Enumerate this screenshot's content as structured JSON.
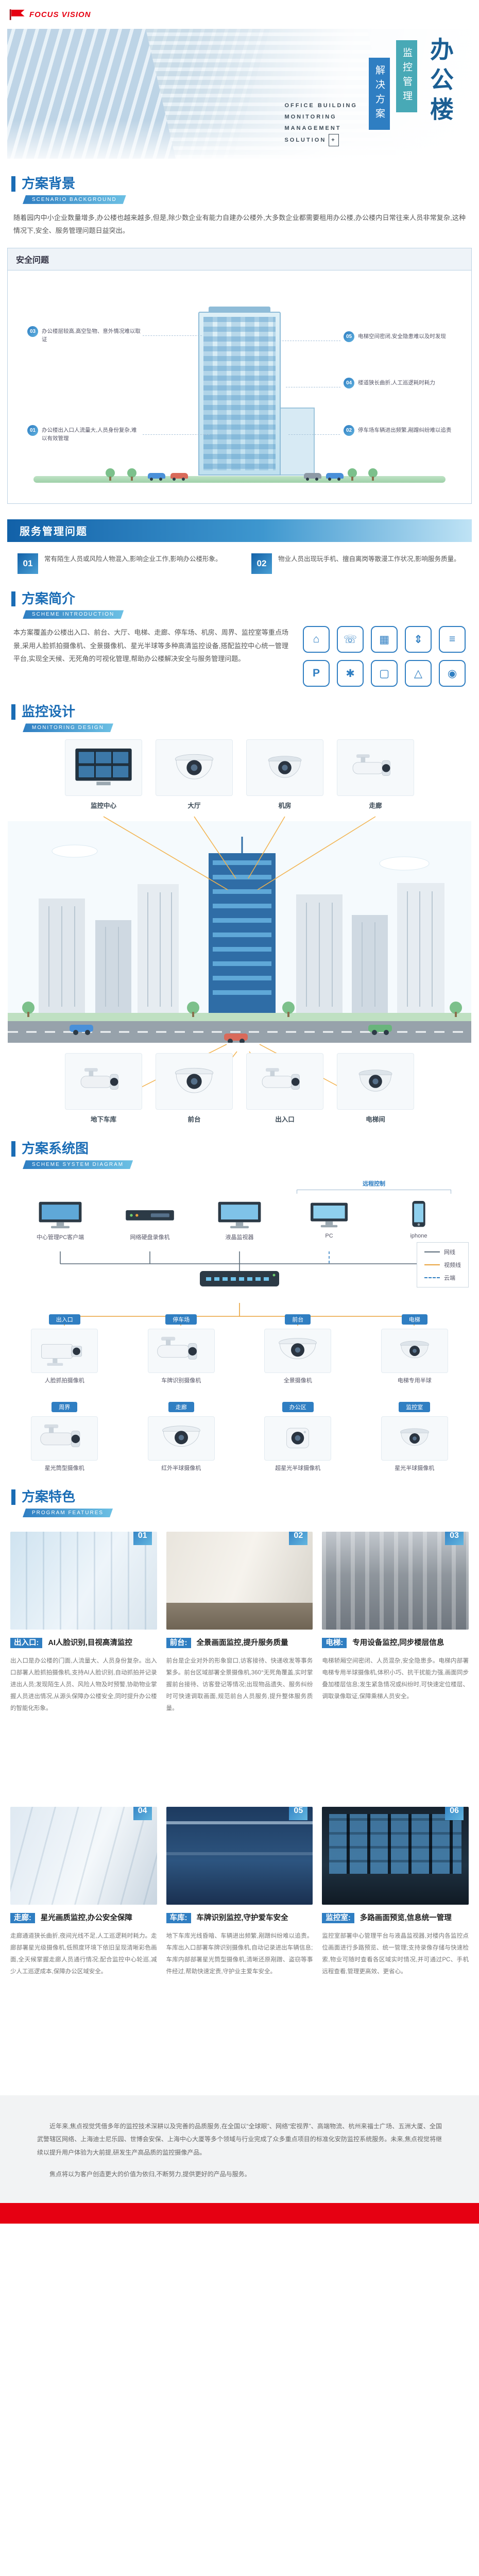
{
  "brand": {
    "logo_text": "FOCUS VISION",
    "colors": {
      "red": "#e60012",
      "blue": "#1a6cb5",
      "teal": "#48a9b6",
      "light_blue": "#6cc0e4"
    }
  },
  "hero": {
    "title_big": "办公楼",
    "title_tag1": "监控管理",
    "title_tag2": "解决方案",
    "en1": "OFFICE BUILDING",
    "en2": "MONITORING",
    "en3": "MANAGEMENT",
    "en4": "SOLUTION",
    "en_plus": "+"
  },
  "background": {
    "title": "方案背景",
    "subtitle": "SCENARIO BACKGROUND",
    "body": "随着园内中小企业数量增多,办公楼也越来越多,但是,除少数企业有能力自建办公楼外,大多数企业都需要租用办公楼,办公楼内日常往来人员非常复杂,这种情况下,安全、服务管理问题日益突出。"
  },
  "security": {
    "title": "安全问题",
    "issues": [
      {
        "num": "01",
        "text": "办公楼出入口人流量大,人员身份复杂,难以有效管理"
      },
      {
        "num": "02",
        "text": "停车场车辆进出频繁,剐蹭纠纷难以追责"
      },
      {
        "num": "03",
        "text": "办公楼层较高,高空坠物、意外情况难以取证"
      },
      {
        "num": "04",
        "text": "楼道狭长曲折,人工巡逻耗时耗力"
      },
      {
        "num": "05",
        "text": "电梯空间密闭,安全隐患难以及时发现"
      }
    ]
  },
  "service": {
    "title": "服务管理问题",
    "items": [
      {
        "num": "01",
        "text": "常有陌生人员或风险人物混入,影响企业工作,影响办公楼形象。"
      },
      {
        "num": "02",
        "text": "物业人员出现玩手机、擅自离岗等散漫工作状况,影响服务质量。"
      }
    ]
  },
  "intro": {
    "title": "方案简介",
    "subtitle": "SCHEME INTRODUCTION",
    "body": "本方案覆盖办公楼出入口、前台、大厅、电梯、走廊、停车场、机房、周界、监控室等重点场景,采用人脸抓拍摄像机、全景摄像机、星光半球等多种高清监控设备,搭配监控中心统一管理平台,实现全天候、无死角的可视化管理,帮助办公楼解决安全与服务管理问题。",
    "icons": [
      {
        "name": "entrance-icon",
        "glyph": "⌂"
      },
      {
        "name": "front-desk-icon",
        "glyph": "☏"
      },
      {
        "name": "hall-icon",
        "glyph": "▦"
      },
      {
        "name": "elevator-icon",
        "glyph": "⇕"
      },
      {
        "name": "corridor-icon",
        "glyph": "≡"
      },
      {
        "name": "parking-icon",
        "glyph": "P"
      },
      {
        "name": "machine-room-icon",
        "glyph": "✱"
      },
      {
        "name": "perimeter-icon",
        "glyph": "▢"
      },
      {
        "name": "rooftop-icon",
        "glyph": "△"
      },
      {
        "name": "control-room-icon",
        "glyph": "◉"
      }
    ]
  },
  "design": {
    "title": "监控设计",
    "subtitle": "MONITORING DESIGN",
    "top_points": [
      "监控中心",
      "大厅",
      "机房",
      "走廊"
    ],
    "bottom_points": [
      "地下车库",
      "前台",
      "出入口",
      "电梯间"
    ]
  },
  "system": {
    "title": "方案系统图",
    "subtitle": "SCHEME SYSTEM DIAGRAM",
    "devices": [
      "中心管理PC客户端",
      "网络硬盘录像机",
      "液晶监视器",
      "PC",
      "iphone"
    ],
    "remote_label": "远程控制",
    "legend": [
      "网线",
      "视频线",
      "云端"
    ],
    "cameras": [
      {
        "location": "出入口",
        "product": "人脸抓拍摄像机",
        "type": "box"
      },
      {
        "location": "停车场",
        "product": "车牌识别摄像机",
        "type": "bullet"
      },
      {
        "location": "前台",
        "product": "全景摄像机",
        "type": "dome"
      },
      {
        "location": "电梯",
        "product": "电梯专用半球",
        "type": "dome"
      },
      {
        "location": "周界",
        "product": "星光筒型摄像机",
        "type": "bullet"
      },
      {
        "location": "走廊",
        "product": "红外半球摄像机",
        "type": "dome"
      },
      {
        "location": "办公区",
        "product": "超星光半球摄像机",
        "type": "cube"
      },
      {
        "location": "监控室",
        "product": "星光半球摄像机",
        "type": "dome"
      }
    ]
  },
  "features": {
    "title": "方案特色",
    "subtitle": "PROGRAM FEATURES",
    "cards": [
      {
        "num": "01",
        "tag": "出入口:",
        "headline": "AI人脸识别,目视高清监控",
        "body": "出入口是办公楼的门面,人流量大、人员身份复杂。出入口部署人脸抓拍摄像机,支持AI人脸识别,自动抓拍并记录进出人员;发现陌生人员、风险人物及时预警,协助物业掌握人员进出情况,从源头保障办公楼安全,同时提升办公楼的智能化形象。"
      },
      {
        "num": "02",
        "tag": "前台:",
        "headline": "全景画面监控,提升服务质量",
        "body": "前台是企业对外的形象窗口,访客接待、快递收发等事务繁多。前台区域部署全景摄像机,360°无死角覆盖,实时掌握前台接待、访客登记等情况;出现物品遗失、服务纠纷时可快速调取画面,规范前台人员服务,提升整体服务质量。"
      },
      {
        "num": "03",
        "tag": "电梯:",
        "headline": "专用设备监控,同步楼层信息",
        "body": "电梯轿厢空间密闭、人员混杂,安全隐患多。电梯内部署电梯专用半球摄像机,体积小巧、抗干扰能力强,画面同步叠加楼层信息;发生紧急情况或纠纷时,可快速定位楼层、调取录像取证,保障乘梯人员安全。"
      },
      {
        "num": "04",
        "tag": "走廊:",
        "headline": "星光画质监控,办公安全保障",
        "body": "走廊通道狭长曲折,夜间光线不足,人工巡逻耗时耗力。走廊部署星光级摄像机,低照度环境下依旧呈现清晰彩色画面,全天候掌握走廊人员通行情况;配合监控中心轮巡,减少人工巡逻成本,保障办公区域安全。"
      },
      {
        "num": "05",
        "tag": "车库:",
        "headline": "车牌识别监控,守护爱车安全",
        "body": "地下车库光线昏暗、车辆进出频繁,剐蹭纠纷难以追责。车库出入口部署车牌识别摄像机,自动记录进出车辆信息;车库内部部署星光筒型摄像机,清晰还原剐蹭、盗窃等事件经过,帮助快速定责,守护业主爱车安全。"
      },
      {
        "num": "06",
        "tag": "监控室:",
        "headline": "多路画面预览,信息统一管理",
        "body": "监控室部署中心管理平台与液晶监视器,对楼内各监控点位画面进行多路预览、统一管理;支持录像存储与快速检索,物业可随时查看各区域实时情况,并可通过PC、手机远程查看,管理更高效、更省心。"
      }
    ]
  },
  "footer": {
    "para1": "近年来,焦点视觉凭借多年的监控技术深耕以及完善的品质服务,在全国以“全球眼”、网络“宏视界”、高端物流、杭州来福士广场、五洲大厦、全国武警辖区网络、上海迪士尼乐园、世博会安保、上海中心大厦等多个领域与行业完成了众多重点项目的标准化安防监控系统服务。未来,焦点视觉将继续以提升用户体验为大前提,研发生产高品质的监控摄像产品。",
    "para2": "焦点将以为客户创造更大的价值为依归,不断努力,提供更好的产品与服务。"
  }
}
